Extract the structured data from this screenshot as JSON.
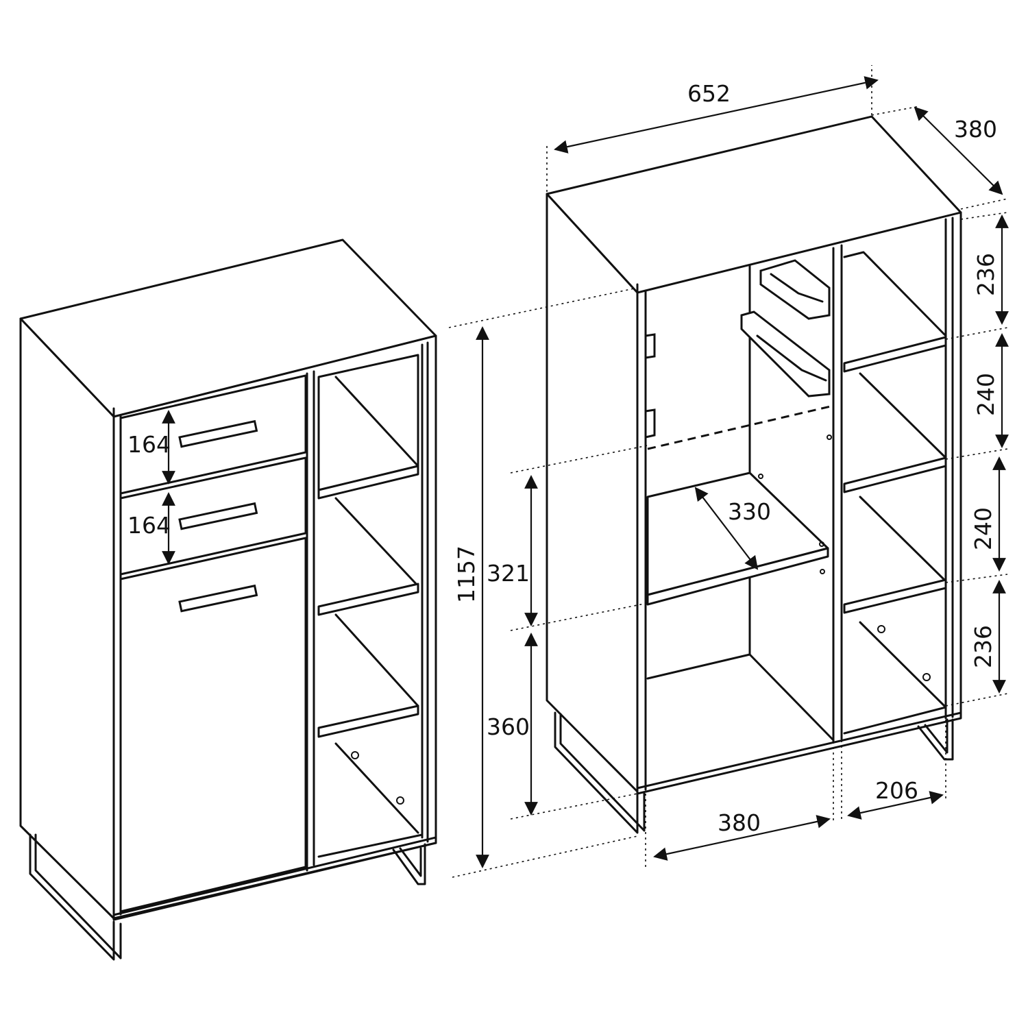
{
  "dimensions": {
    "drawer_top_height": "164",
    "drawer_bottom_height": "164",
    "total_height": "1157",
    "upper_compartment": "321",
    "lower_compartment": "360",
    "total_width": "652",
    "depth": "380",
    "shelf_depth": "330",
    "main_section_width": "380",
    "side_section_width": "206",
    "shelf_1": "236",
    "shelf_2": "240",
    "shelf_3": "240",
    "shelf_4": "236"
  },
  "colors": {
    "line": "#111111",
    "background": "#ffffff"
  }
}
